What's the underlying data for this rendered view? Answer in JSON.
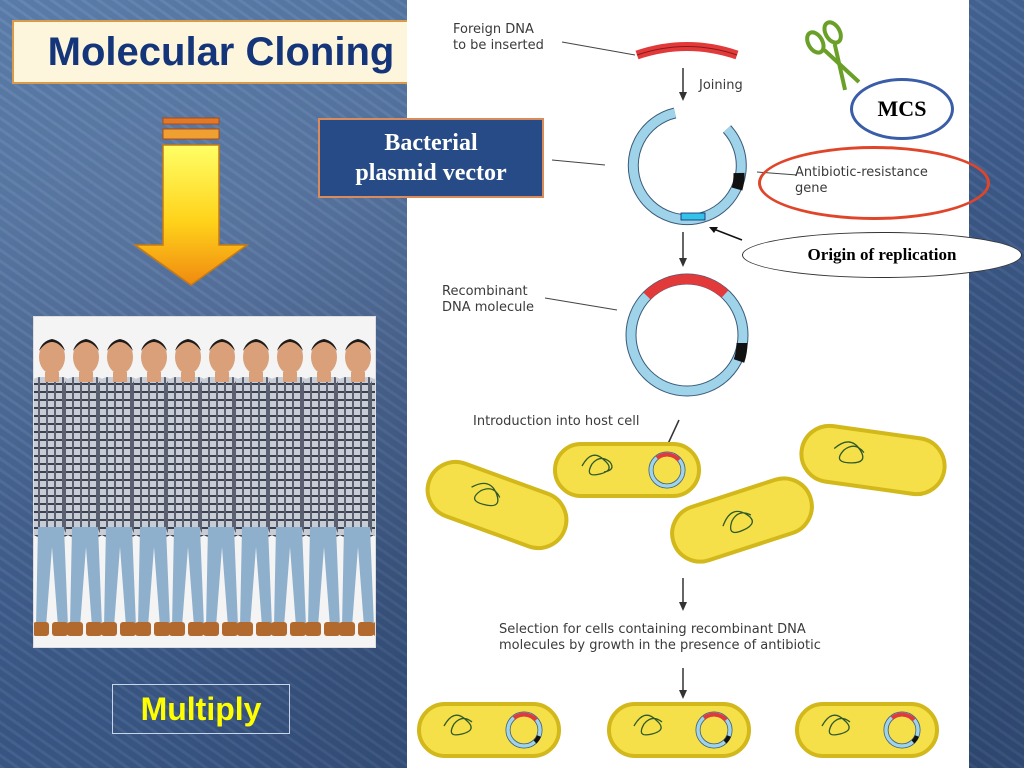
{
  "slide": {
    "title": "Molecular Cloning",
    "multiply_label": "Multiply"
  },
  "diagram": {
    "foreign_dna_label": "Foreign DNA\nto be inserted",
    "joining_label": "Joining",
    "vector_label": "Bacterial\nplasmid vector",
    "antibiotic_label": "Antibiotic-resistance\ngene",
    "mcs_label": "MCS",
    "origin_label": "Origin of replication",
    "recombinant_label": "Recombinant\nDNA molecule",
    "introduction_label": "Introduction into host cell",
    "selection_label": "Selection for cells containing recombinant DNA\nmolecules by growth in the presence of antibiotic"
  },
  "colors": {
    "background": "#3f5d8e",
    "title_text": "#14357a",
    "insert_dna": "#e23a3a",
    "plasmid": "#9fd3ea",
    "cell": "#f5e04a",
    "multiply_text": "#ffff00",
    "highlight_oval": "#e0452a"
  }
}
